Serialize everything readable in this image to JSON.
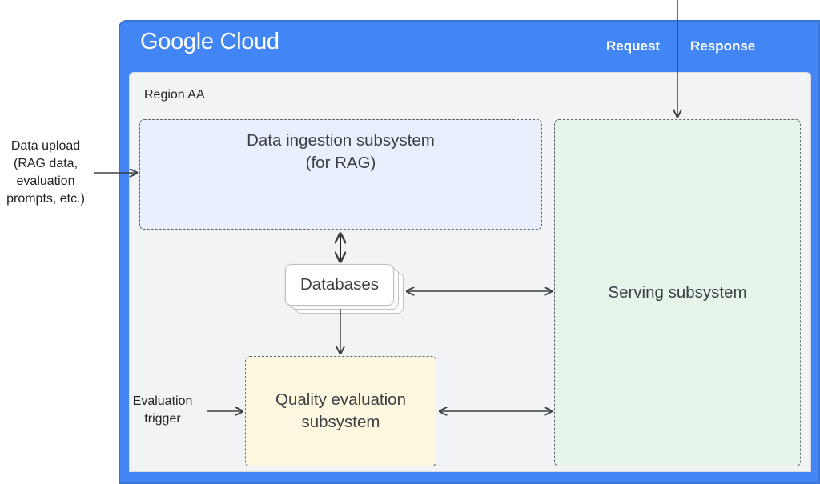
{
  "header": {
    "brand": "Google Cloud",
    "request_label": "Request",
    "response_label": "Response"
  },
  "region": {
    "label": "Region AA"
  },
  "boxes": {
    "ingestion": {
      "line1": "Data ingestion subsystem",
      "line2": "(for RAG)"
    },
    "databases": "Databases",
    "serving": "Serving subsystem",
    "quality": {
      "line1": "Quality evaluation",
      "line2": "subsystem"
    }
  },
  "inputs": {
    "data_upload": [
      "Data upload",
      "(RAG data,",
      "evaluation",
      "prompts, etc.)"
    ],
    "evaluation_trigger": [
      "Evaluation",
      "trigger"
    ]
  },
  "colors": {
    "frame_blue": "#4285f4",
    "region_bg": "#f1f3f4",
    "ingestion_bg": "#e8f0fe",
    "serving_bg": "#e6f4ea",
    "quality_bg": "#fef7e0"
  }
}
